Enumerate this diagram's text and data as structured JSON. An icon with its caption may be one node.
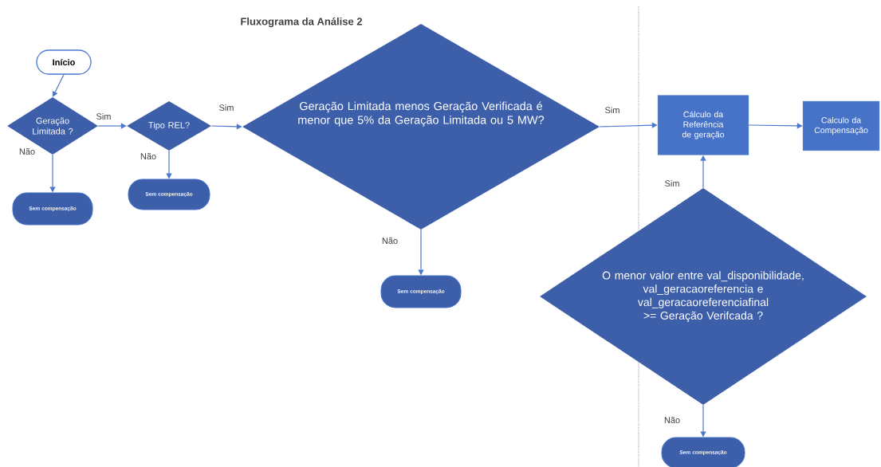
{
  "diagram": {
    "title": "Fluxograma da Análise 2",
    "nodes": [
      {
        "text": [
          "Início"
        ]
      },
      {
        "text": [
          "Geração Limitada ?"
        ]
      },
      {
        "text": [
          "Tipo REL?"
        ]
      },
      {
        "text": [
          "Geração Limitada menos Geração Verificada é menor que 5% da Geração Limitada ou 5 MW?"
        ]
      },
      {
        "text": [
          "Sem compensação"
        ]
      },
      {
        "text": [
          "Sem compensação"
        ]
      },
      {
        "text": [
          "Sem compensação"
        ]
      },
      {
        "text": [
          "Cálculo da Referência de geração"
        ]
      },
      {
        "text": [
          "Calculo da Compensação"
        ]
      },
      {
        "text": [
          "O menor valor entre val_disponibilidade, val_geracaoreferencia e val_geracaoreferenciafinal >= Geração Verifcada ?"
        ]
      },
      {
        "text": [
          "Sem compensação"
        ]
      }
    ],
    "edges": [
      {
        "from": 0,
        "to": 1,
        "arrow": "to"
      },
      {
        "from": 1,
        "to": 2,
        "arrow": "to",
        "label": "Sim"
      },
      {
        "from": 1,
        "to": 4,
        "arrow": "to",
        "label": "Não"
      },
      {
        "from": 2,
        "to": 3,
        "arrow": "to",
        "label": "Sim"
      },
      {
        "from": 2,
        "to": 5,
        "arrow": "to",
        "label": "Não"
      },
      {
        "from": 3,
        "to": 7,
        "arrow": "to",
        "label": "Sim"
      },
      {
        "from": 3,
        "to": 6,
        "arrow": "to",
        "label": "Não"
      },
      {
        "from": 7,
        "to": 8,
        "arrow": "to"
      },
      {
        "from": 9,
        "to": 7,
        "arrow": "to",
        "label": "Sim"
      },
      {
        "from": 9,
        "to": 10,
        "arrow": "to",
        "label": "Não"
      }
    ]
  }
}
